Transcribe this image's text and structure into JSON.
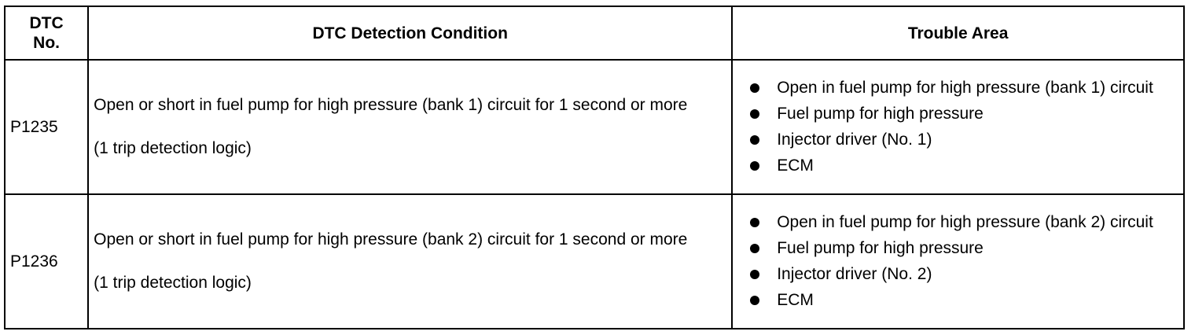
{
  "headers": {
    "dtc_no": "DTC No.",
    "condition": "DTC Detection Condition",
    "trouble_area": "Trouble Area"
  },
  "rows": [
    {
      "dtc": "P1235",
      "condition": "Open or short in fuel pump for high pressure (bank 1) circuit for 1 second or more",
      "logic": "(1 trip detection logic)",
      "areas": [
        "Open in fuel pump for high pressure (bank 1) circuit",
        "Fuel pump for high pressure",
        "Injector driver (No. 1)",
        "ECM"
      ]
    },
    {
      "dtc": "P1236",
      "condition": "Open or short in fuel pump for high pressure (bank 2) circuit for 1 second or more",
      "logic": "(1 trip detection logic)",
      "areas": [
        "Open in fuel pump for high pressure (bank 2) circuit",
        "Fuel pump for high pressure",
        "Injector driver (No. 2)",
        "ECM"
      ]
    }
  ]
}
